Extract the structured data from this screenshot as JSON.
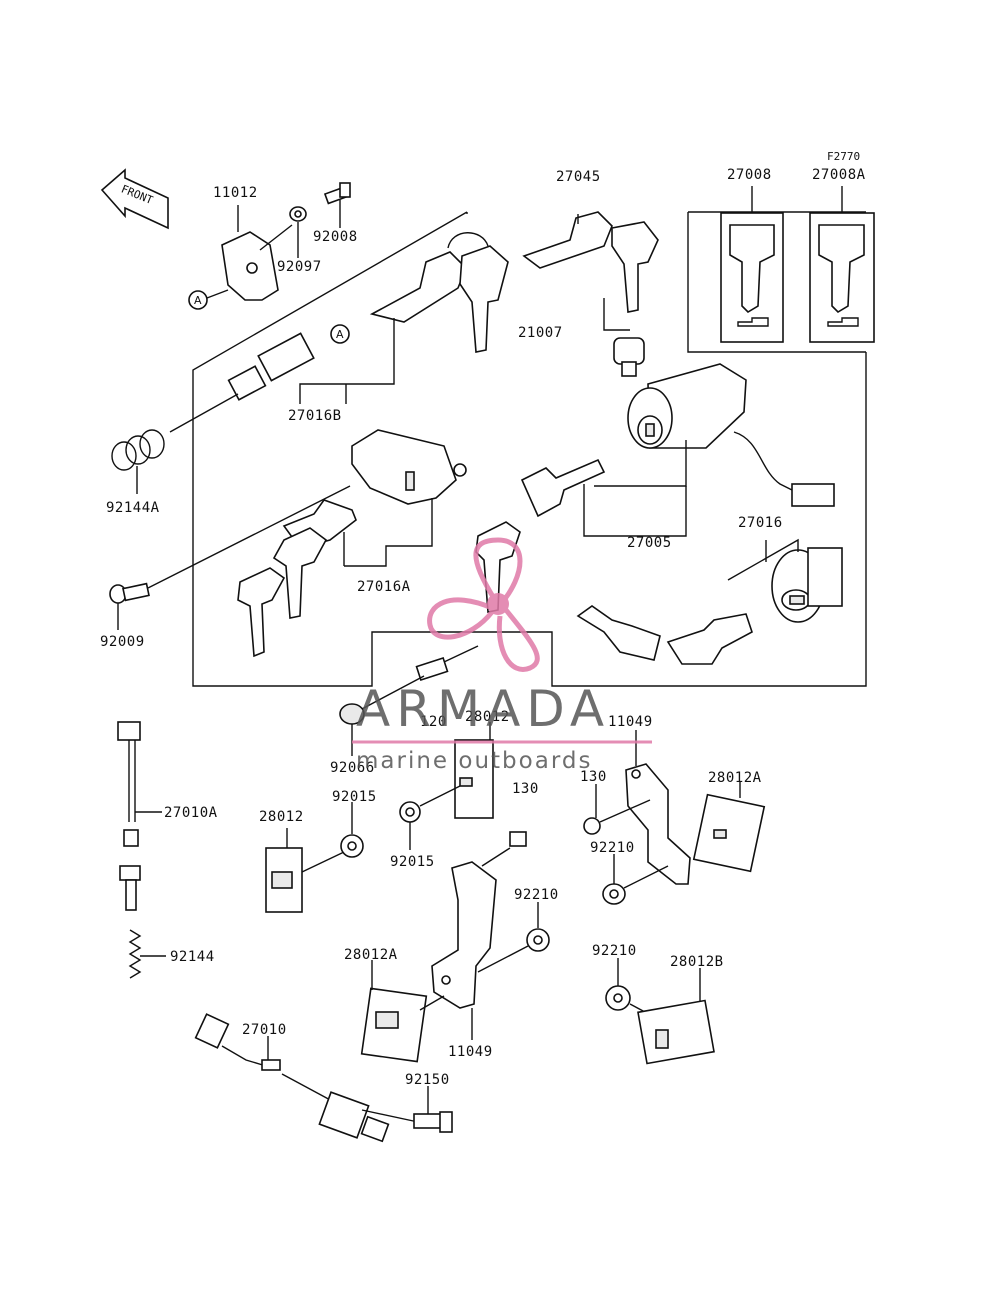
{
  "figure_code": "F2770",
  "front_label": "FRONT",
  "ref_marker": "A",
  "colors": {
    "line": "#111111",
    "watermark_pink": "#e07aa8",
    "watermark_text": "#555555"
  },
  "watermark": {
    "brand": "ARMADA",
    "tagline": "marine outboards"
  },
  "part_labels": {
    "p11012": "11012",
    "p92008": "92008",
    "p92097": "92097",
    "p27045": "27045",
    "p21007": "21007",
    "p27008": "27008",
    "p27008A": "27008A",
    "p27016B": "27016B",
    "p92144A": "92144A",
    "p27016A": "27016A",
    "p27005": "27005",
    "p27016": "27016",
    "p92009": "92009",
    "p120": "120",
    "p28012_top": "28012",
    "p11049_top": "11049",
    "p92066": "92066",
    "p130_mid": "130",
    "p130_right": "130",
    "p28012A_right": "28012A",
    "p27010A": "27010A",
    "p92015_left": "92015",
    "p28012_left": "28012",
    "p92015_mid": "92015",
    "p92210_right": "92210",
    "p92210_mid": "92210",
    "p92144": "92144",
    "p28012A_bottom": "28012A",
    "p92210_bottom": "92210",
    "p28012B": "28012B",
    "p27010": "27010",
    "p11049_bottom": "11049",
    "p92150": "92150"
  }
}
